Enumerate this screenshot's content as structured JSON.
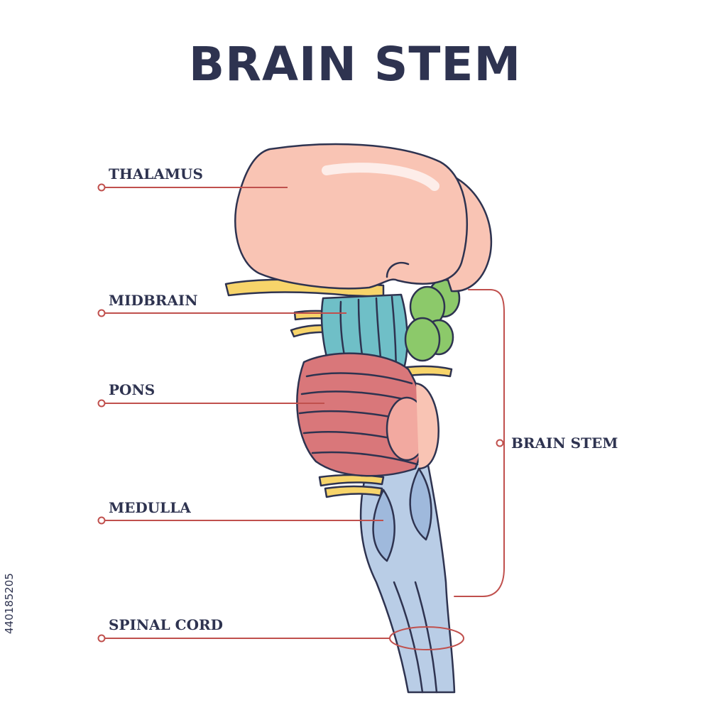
{
  "title": "BRAIN STEM",
  "labels": {
    "thalamus": "THALAMUS",
    "midbrain": "MIDBRAIN",
    "pons": "PONS",
    "medulla": "MEDULLA",
    "spinal_cord": "SPINAL CORD",
    "brain_stem": "BRAIN STEM"
  },
  "stock_id": "440185205",
  "colors": {
    "title": "#2e3350",
    "leader_line": "#c0504d",
    "thalamus": "#f9c4b4",
    "midbrain": "#6fbfc7",
    "pons": "#d9777a",
    "medulla": "#b9cde6",
    "nerves": "#f7d46a",
    "green_bodies": "#8cc96a"
  }
}
